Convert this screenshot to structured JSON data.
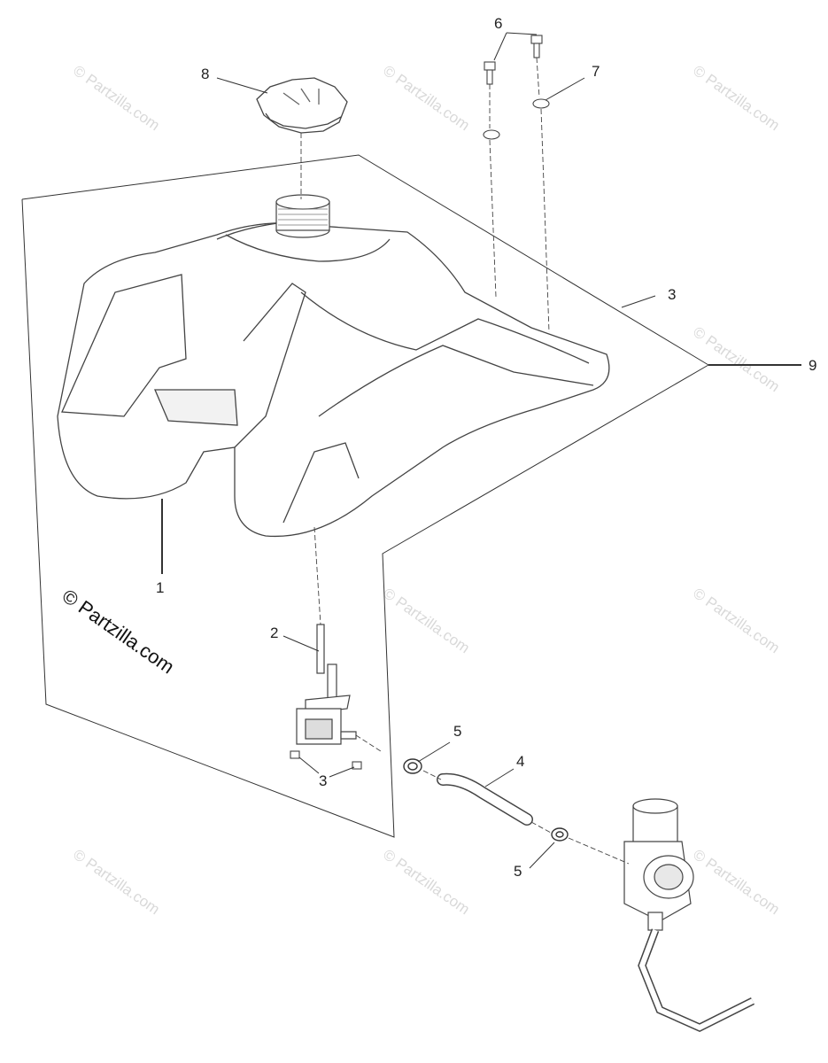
{
  "callouts": {
    "c1": "1",
    "c2": "2",
    "c3_upper": "3",
    "c3_lower": "3",
    "c4": "4",
    "c5_upper": "5",
    "c5_lower": "5",
    "c6": "6",
    "c7": "7",
    "c8": "8",
    "c9": "9"
  },
  "copyright": "© Partzilla.com",
  "watermark": "© Partzilla.com"
}
